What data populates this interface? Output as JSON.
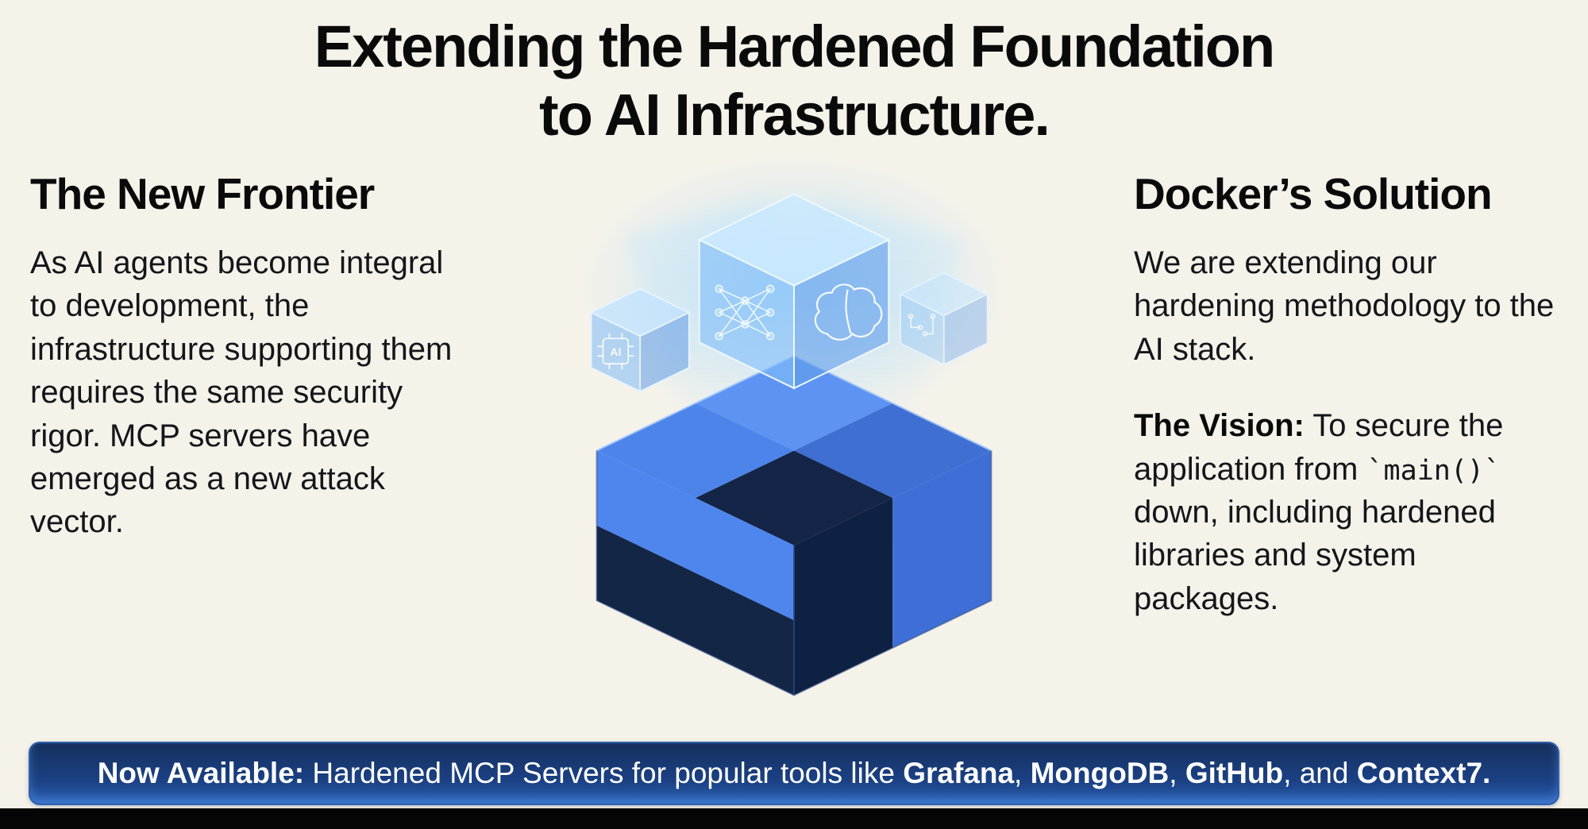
{
  "title": {
    "line1": "Extending the Hardened Foundation",
    "line2": "to AI Infrastructure."
  },
  "left_column": {
    "heading": "The New Frontier",
    "body": "As AI agents become integral to development, the infrastructure supporting them requires the same security rigor. MCP servers have emerged as a new attack vector."
  },
  "right_column": {
    "heading": "Docker’s Solution",
    "paragraph1": "We are extending our hardening methodology to the AI stack.",
    "vision_label": "The Vision:",
    "vision_before_code": " To secure the application from ",
    "vision_code": "`main()`",
    "vision_after_code": " down, including hardened libraries and system packages."
  },
  "banner": {
    "bold_prefix": "Now Available:",
    "text_a": " Hardened MCP Servers for popular tools like ",
    "tool_grafana": "Grafana",
    "sep_ab": ", ",
    "tool_mongodb": "MongoDB",
    "sep_bc": ", ",
    "tool_github": "GitHub",
    "sep_cd": ", and ",
    "tool_context7": "Context7",
    "period": "."
  },
  "illustration": {
    "ai_chip_label": "AI",
    "colors": {
      "light_blue": "#4f86ee",
      "medium_blue": "#3f6fd6",
      "dark_navy": "#132646",
      "glow": "#9fd9ff",
      "banner_navy": "#1b4184",
      "page_background": "#f5f2ea"
    }
  }
}
